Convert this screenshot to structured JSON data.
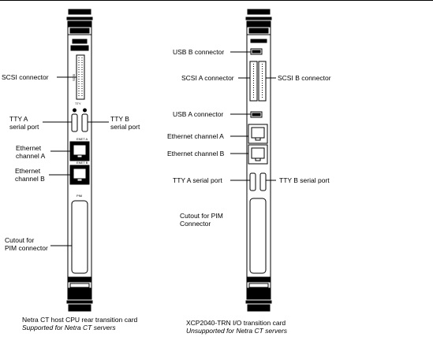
{
  "left_card": {
    "labels": {
      "scsi_connector": "SCSI connector",
      "tty_a": "TTY A\nserial port",
      "tty_b": "TTY B\nserial port",
      "eth_a": "Ethernet\nchannel A",
      "eth_b": "Ethernet\nchannel B",
      "cutout": "Cutout for\nPIM connector"
    },
    "silk": {
      "scsi": "SCSI",
      "tty": "TTY",
      "enet_a": "ENET A",
      "enet_b": "ENET B",
      "pim": "PIM"
    },
    "caption_line1": "Netra CT host CPU rear transition card",
    "caption_line2": "Supported for Netra CT servers"
  },
  "right_card": {
    "labels": {
      "usb_b": "USB B connector",
      "scsi_a": "SCSI A connector",
      "scsi_b": "SCSI B connector",
      "usb_a": "USB A connector",
      "eth_a": "Ethernet channel A",
      "eth_b": "Ethernet channel B",
      "tty_a": "TTY A serial port",
      "tty_b": "TTY B serial port",
      "cutout": "Cutout for PIM\nConnector"
    },
    "caption_line1": "XCP2040-TRN I/O transition card",
    "caption_line2": "Unsupported for Netra CT servers"
  },
  "colors": {
    "ink": "#000000",
    "panel": "#ffffff",
    "shade": "#000000"
  }
}
